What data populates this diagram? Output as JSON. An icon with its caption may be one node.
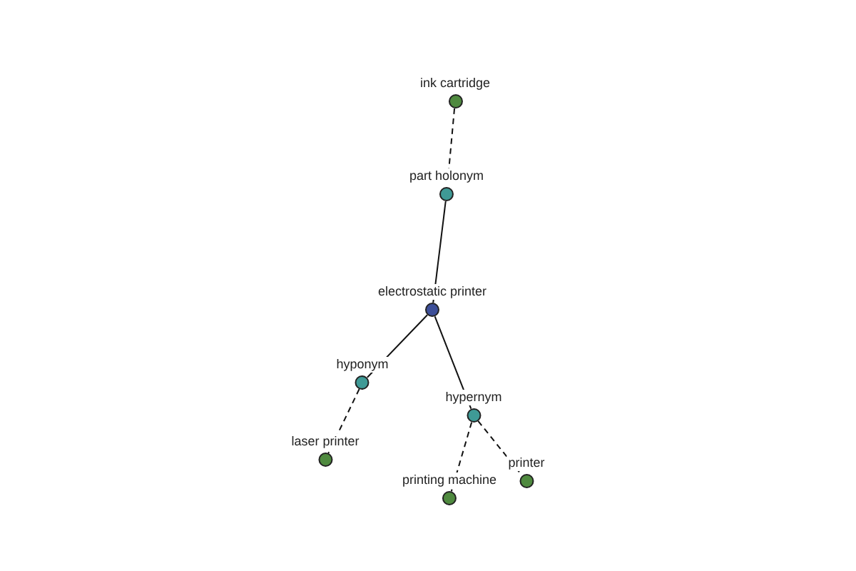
{
  "diagram": {
    "nodes": [
      {
        "text": [
          "ink cartridge"
        ]
      },
      {
        "text": [
          "part holonym"
        ]
      },
      {
        "text": [
          "electrostatic printer"
        ]
      },
      {
        "text": [
          "hyponym"
        ]
      },
      {
        "text": [
          "hypernym"
        ]
      },
      {
        "text": [
          "laser printer"
        ]
      },
      {
        "text": [
          "printing machine"
        ]
      },
      {
        "text": [
          "printer"
        ]
      }
    ],
    "edges": [
      {
        "from": 0,
        "to": 1,
        "arrow": "none",
        "style": "dashed"
      },
      {
        "from": 1,
        "to": 2,
        "arrow": "none"
      },
      {
        "from": 2,
        "to": 3,
        "arrow": "none"
      },
      {
        "from": 2,
        "to": 4,
        "arrow": "none"
      },
      {
        "from": 3,
        "to": 5,
        "arrow": "none",
        "style": "dashed"
      },
      {
        "from": 4,
        "to": 6,
        "arrow": "none",
        "style": "dashed"
      },
      {
        "from": 4,
        "to": 7,
        "arrow": "none",
        "style": "dashed"
      }
    ]
  }
}
